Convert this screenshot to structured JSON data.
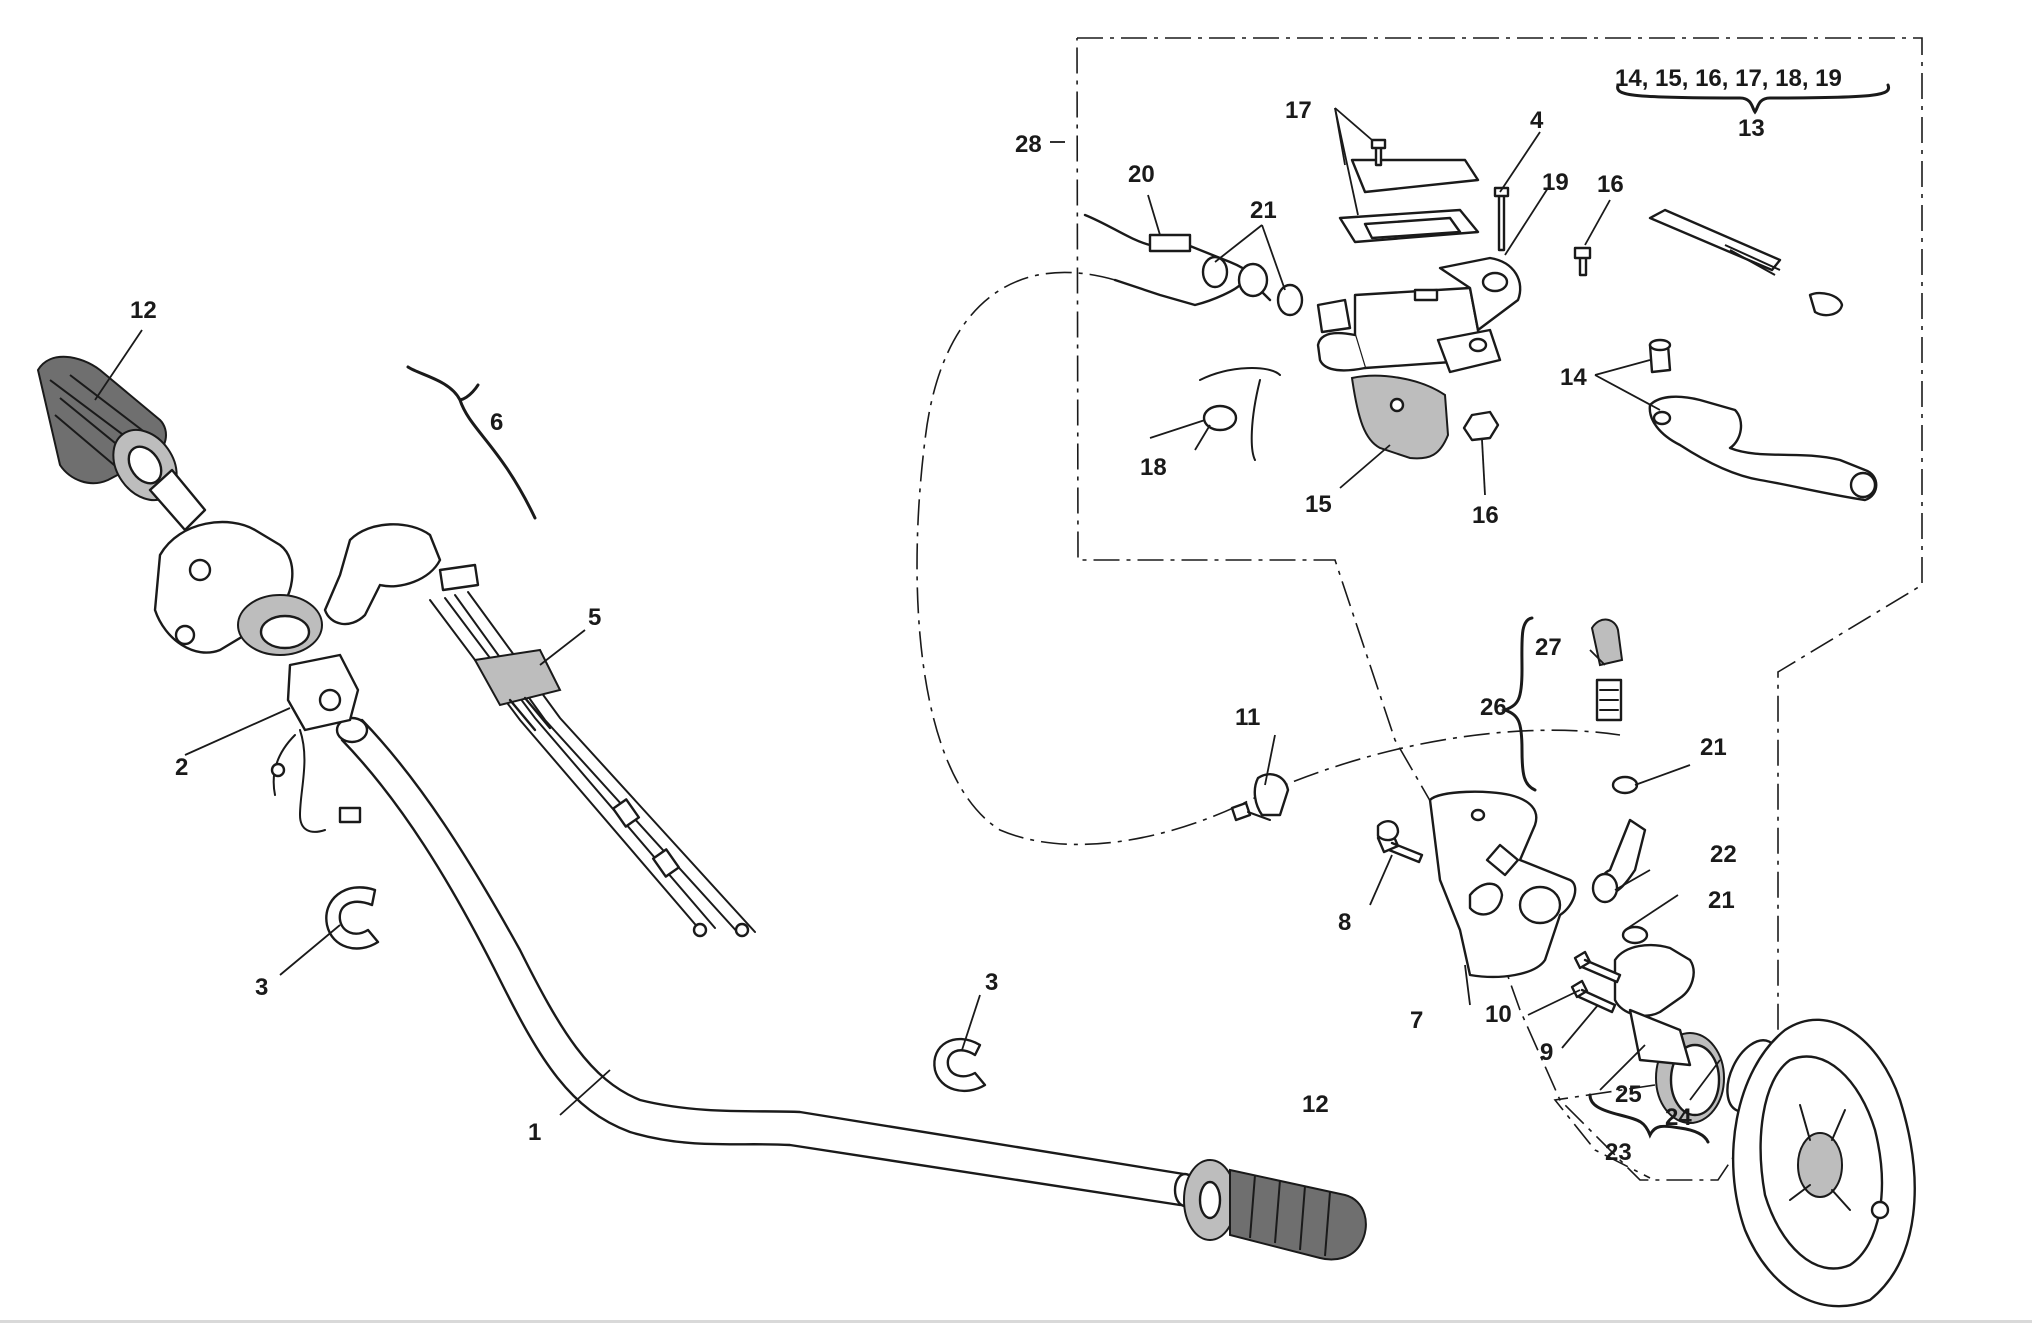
{
  "diagram": {
    "callouts": {
      "c1": "1",
      "c2": "2",
      "c3a": "3",
      "c3b": "3",
      "c4": "4",
      "c5": "5",
      "c6": "6",
      "c7": "7",
      "c8": "8",
      "c9": "9",
      "c10": "10",
      "c11": "11",
      "c12a": "12",
      "c12b": "12",
      "c13": "13",
      "c14a": "14, 15, 16, 17, 18, 19",
      "c14b": "14",
      "c15": "15",
      "c16a": "16",
      "c16b": "16",
      "c17": "17",
      "c18": "18",
      "c19": "19",
      "c20": "20",
      "c21a": "21",
      "c21b": "21",
      "c21c": "21",
      "c22": "22",
      "c23": "23",
      "c24": "24",
      "c25": "25",
      "c26": "26",
      "c27": "27",
      "c28": "28"
    }
  }
}
